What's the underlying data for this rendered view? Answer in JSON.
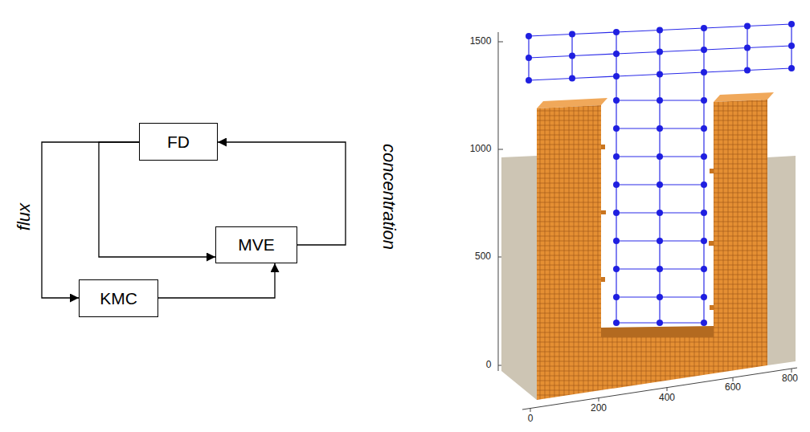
{
  "diagram": {
    "nodes": [
      {
        "text": [
          "FD"
        ]
      },
      {
        "text": [
          "MVE"
        ]
      },
      {
        "text": [
          "KMC"
        ]
      }
    ],
    "edges": [
      {
        "from": 0,
        "to": 2,
        "label": "flux",
        "arrow": "to"
      },
      {
        "from": 0,
        "to": 1,
        "arrow": "to"
      },
      {
        "from": 2,
        "to": 1,
        "arrow": "to"
      },
      {
        "from": 1,
        "to": 0,
        "label": "concentration",
        "arrow": "to"
      }
    ],
    "labels": [
      "1500",
      "1000",
      "500",
      "0",
      "0",
      "200",
      "400",
      "600",
      "800"
    ]
  }
}
